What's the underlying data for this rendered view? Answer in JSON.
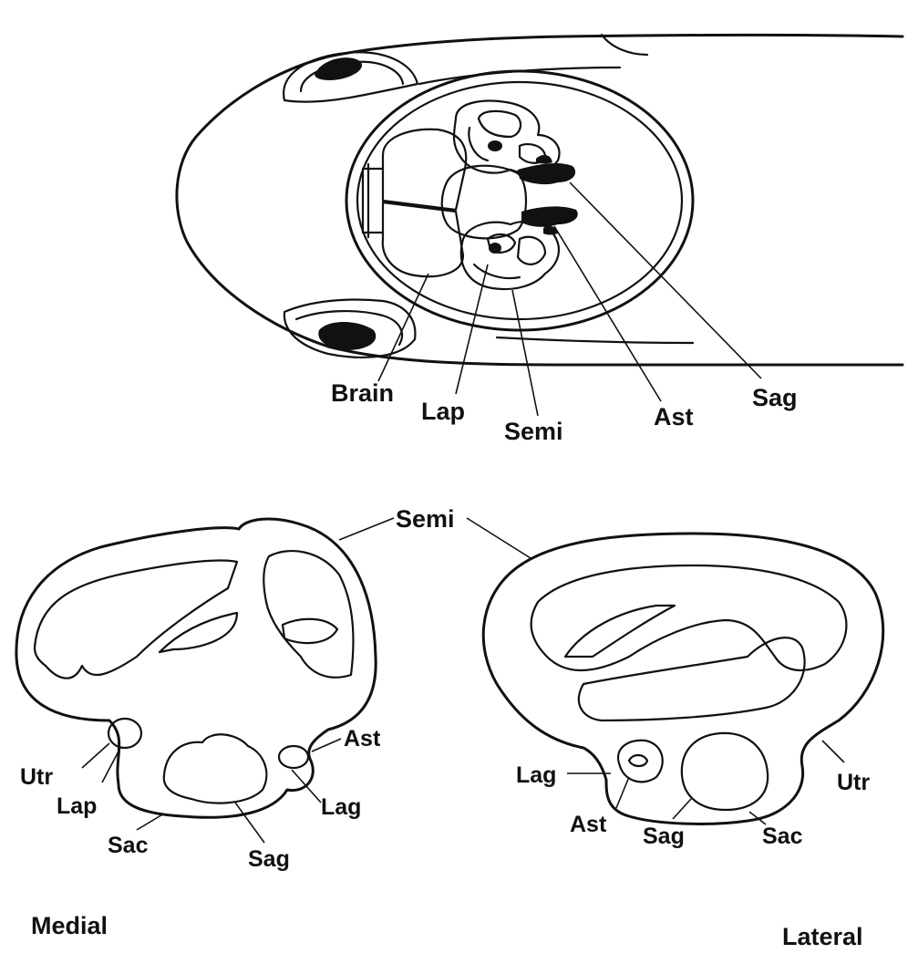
{
  "top_view": {
    "labels": {
      "brain": "Brain",
      "lap": "Lap",
      "semi": "Semi",
      "ast": "Ast",
      "sag": "Sag"
    }
  },
  "medial_view": {
    "caption": "Medial",
    "labels": {
      "semi": "Semi",
      "ast": "Ast",
      "utr": "Utr",
      "lap": "Lap",
      "lag": "Lag",
      "sac": "Sac",
      "sag": "Sag"
    }
  },
  "lateral_view": {
    "caption": "Lateral",
    "labels": {
      "lag": "Lag",
      "utr": "Utr",
      "ast": "Ast",
      "sag": "Sag",
      "sac": "Sac"
    }
  },
  "colors": {
    "ink": "#111111",
    "paper": "#ffffff"
  }
}
